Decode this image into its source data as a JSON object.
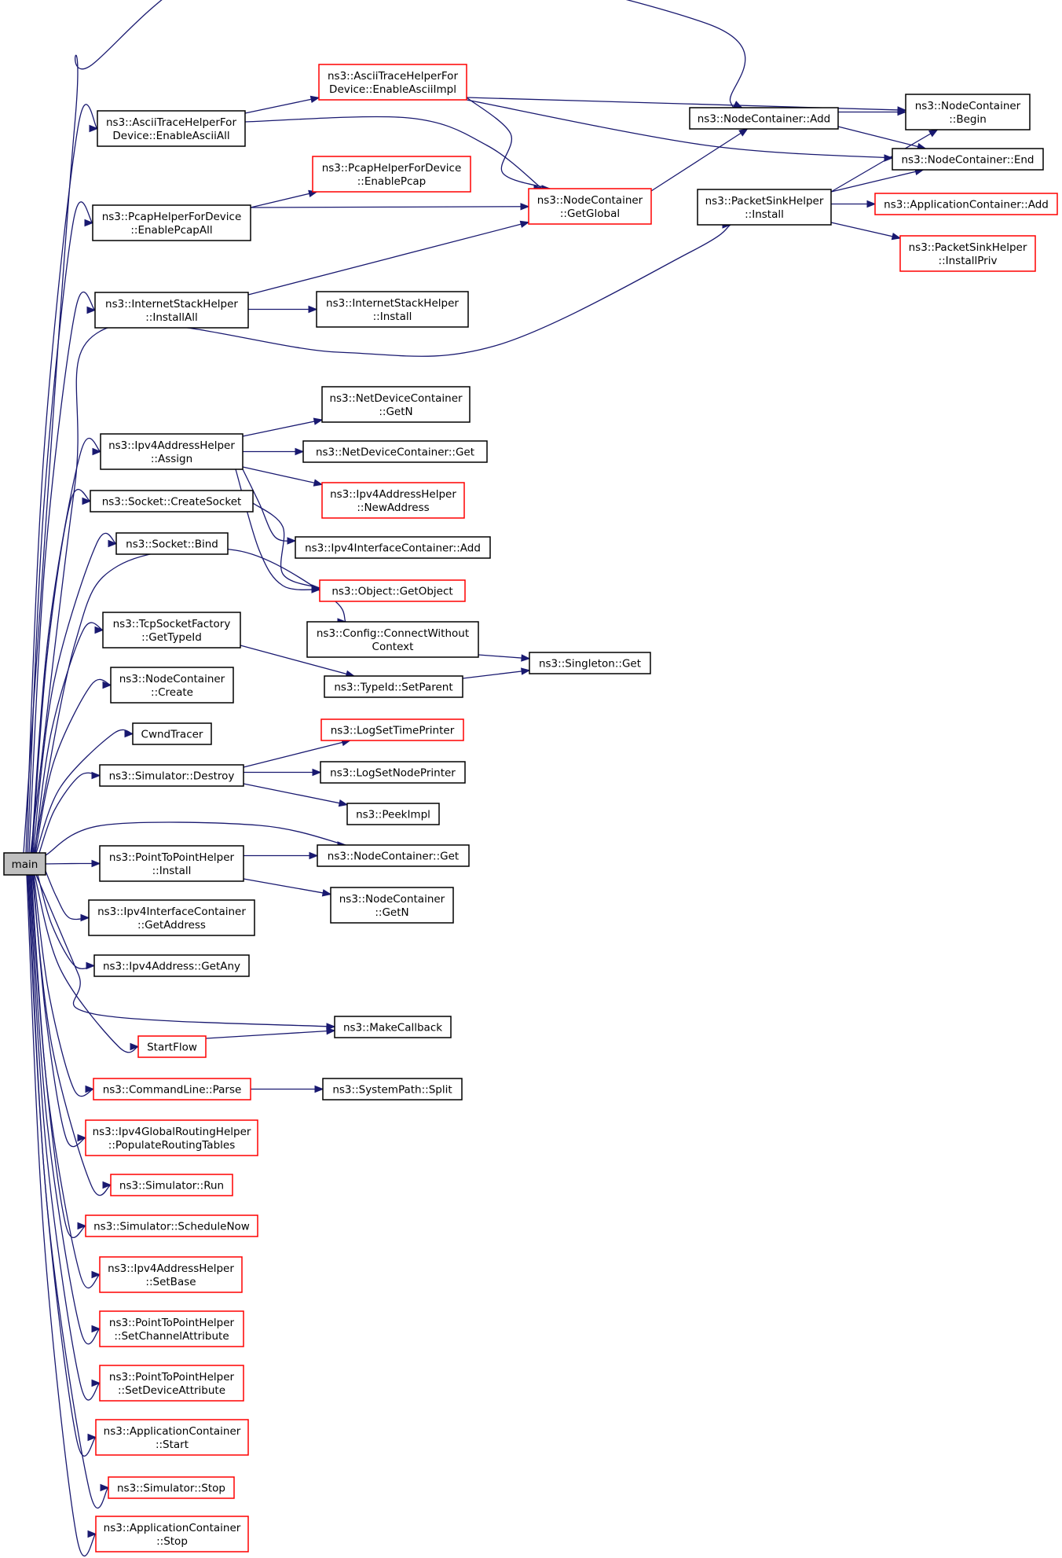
{
  "nodes": [
    {
      "id": "main",
      "lines": [
        "main"
      ],
      "border": "main"
    },
    {
      "id": "ascii_all",
      "lines": [
        "ns3::AsciiTraceHelperFor",
        "Device::EnableAsciiAll"
      ],
      "border": "black"
    },
    {
      "id": "ascii_impl",
      "lines": [
        "ns3::AsciiTraceHelperFor",
        "Device::EnableAsciiImpl"
      ],
      "border": "red"
    },
    {
      "id": "pcap_all",
      "lines": [
        "ns3::PcapHelperForDevice",
        "::EnablePcapAll"
      ],
      "border": "black"
    },
    {
      "id": "pcap",
      "lines": [
        "ns3::PcapHelperForDevice",
        "::EnablePcap"
      ],
      "border": "red"
    },
    {
      "id": "nc_global",
      "lines": [
        "ns3::NodeContainer",
        "::GetGlobal"
      ],
      "border": "red"
    },
    {
      "id": "nc_add",
      "lines": [
        "ns3::NodeContainer::Add"
      ],
      "border": "black"
    },
    {
      "id": "nc_begin",
      "lines": [
        "ns3::NodeContainer",
        "::Begin"
      ],
      "border": "black"
    },
    {
      "id": "nc_end",
      "lines": [
        "ns3::NodeContainer::End"
      ],
      "border": "black"
    },
    {
      "id": "psh_install",
      "lines": [
        "ns3::PacketSinkHelper",
        "::Install"
      ],
      "border": "black"
    },
    {
      "id": "appc_add",
      "lines": [
        "ns3::ApplicationContainer::Add"
      ],
      "border": "red"
    },
    {
      "id": "psh_priv",
      "lines": [
        "ns3::PacketSinkHelper",
        "::InstallPriv"
      ],
      "border": "red"
    },
    {
      "id": "ish_all",
      "lines": [
        "ns3::InternetStackHelper",
        "::InstallAll"
      ],
      "border": "black"
    },
    {
      "id": "ish_install",
      "lines": [
        "ns3::InternetStackHelper",
        "::Install"
      ],
      "border": "black"
    },
    {
      "id": "ndc_getn",
      "lines": [
        "ns3::NetDeviceContainer",
        "::GetN"
      ],
      "border": "black"
    },
    {
      "id": "ipv4ah_assign",
      "lines": [
        "ns3::Ipv4AddressHelper",
        "::Assign"
      ],
      "border": "black"
    },
    {
      "id": "ndc_get",
      "lines": [
        "ns3::NetDeviceContainer::Get"
      ],
      "border": "black"
    },
    {
      "id": "ipv4ah_newaddr",
      "lines": [
        "ns3::Ipv4AddressHelper",
        "::NewAddress"
      ],
      "border": "red"
    },
    {
      "id": "sock_create",
      "lines": [
        "ns3::Socket::CreateSocket"
      ],
      "border": "black"
    },
    {
      "id": "ipv4ic_add",
      "lines": [
        "ns3::Ipv4InterfaceContainer::Add"
      ],
      "border": "black"
    },
    {
      "id": "sock_bind",
      "lines": [
        "ns3::Socket::Bind"
      ],
      "border": "black"
    },
    {
      "id": "obj_getobject",
      "lines": [
        "ns3::Object::GetObject"
      ],
      "border": "red"
    },
    {
      "id": "tcpsf_typeid",
      "lines": [
        "ns3::TcpSocketFactory",
        "::GetTypeId"
      ],
      "border": "black"
    },
    {
      "id": "cfg_connect",
      "lines": [
        "ns3::Config::ConnectWithout",
        "Context"
      ],
      "border": "black"
    },
    {
      "id": "singleton_get",
      "lines": [
        "ns3::Singleton::Get"
      ],
      "border": "black"
    },
    {
      "id": "nc_create",
      "lines": [
        "ns3::NodeContainer",
        "::Create"
      ],
      "border": "black"
    },
    {
      "id": "typeid_setparent",
      "lines": [
        "ns3::TypeId::SetParent"
      ],
      "border": "black"
    },
    {
      "id": "cwnd_tracer",
      "lines": [
        "CwndTracer"
      ],
      "border": "black"
    },
    {
      "id": "log_timeprinter",
      "lines": [
        "ns3::LogSetTimePrinter"
      ],
      "border": "red"
    },
    {
      "id": "sim_destroy",
      "lines": [
        "ns3::Simulator::Destroy"
      ],
      "border": "black"
    },
    {
      "id": "log_nodeprinter",
      "lines": [
        "ns3::LogSetNodePrinter"
      ],
      "border": "black"
    },
    {
      "id": "peekimpl",
      "lines": [
        "ns3::PeekImpl"
      ],
      "border": "black"
    },
    {
      "id": "p2p_install",
      "lines": [
        "ns3::PointToPointHelper",
        "::Install"
      ],
      "border": "black"
    },
    {
      "id": "nc_get",
      "lines": [
        "ns3::NodeContainer::Get"
      ],
      "border": "black"
    },
    {
      "id": "nc_getn",
      "lines": [
        "ns3::NodeContainer",
        "::GetN"
      ],
      "border": "black"
    },
    {
      "id": "ipv4ic_getaddr",
      "lines": [
        "ns3::Ipv4InterfaceContainer",
        "::GetAddress"
      ],
      "border": "black"
    },
    {
      "id": "ipv4a_getany",
      "lines": [
        "ns3::Ipv4Address::GetAny"
      ],
      "border": "black"
    },
    {
      "id": "makecallback",
      "lines": [
        "ns3::MakeCallback"
      ],
      "border": "black"
    },
    {
      "id": "startflow",
      "lines": [
        "StartFlow"
      ],
      "border": "red"
    },
    {
      "id": "cmd_parse",
      "lines": [
        "ns3::CommandLine::Parse"
      ],
      "border": "red"
    },
    {
      "id": "syspath_split",
      "lines": [
        "ns3::SystemPath::Split"
      ],
      "border": "black"
    },
    {
      "id": "ipv4grh_populate",
      "lines": [
        "ns3::Ipv4GlobalRoutingHelper",
        "::PopulateRoutingTables"
      ],
      "border": "red"
    },
    {
      "id": "sim_run",
      "lines": [
        "ns3::Simulator::Run"
      ],
      "border": "red"
    },
    {
      "id": "sim_schedulenow",
      "lines": [
        "ns3::Simulator::ScheduleNow"
      ],
      "border": "red"
    },
    {
      "id": "ipv4ah_setbase",
      "lines": [
        "ns3::Ipv4AddressHelper",
        "::SetBase"
      ],
      "border": "red"
    },
    {
      "id": "p2p_setchannel",
      "lines": [
        "ns3::PointToPointHelper",
        "::SetChannelAttribute"
      ],
      "border": "red"
    },
    {
      "id": "p2p_setdevice",
      "lines": [
        "ns3::PointToPointHelper",
        "::SetDeviceAttribute"
      ],
      "border": "red"
    },
    {
      "id": "appc_start",
      "lines": [
        "ns3::ApplicationContainer",
        "::Start"
      ],
      "border": "red"
    },
    {
      "id": "sim_stop",
      "lines": [
        "ns3::Simulator::Stop"
      ],
      "border": "red"
    },
    {
      "id": "appc_stop",
      "lines": [
        "ns3::ApplicationContainer",
        "::Stop"
      ],
      "border": "red"
    }
  ],
  "edges": [
    [
      "main",
      "nc_add"
    ],
    [
      "main",
      "ascii_all"
    ],
    [
      "main",
      "pcap_all"
    ],
    [
      "main",
      "ish_all"
    ],
    [
      "main",
      "psh_install"
    ],
    [
      "main",
      "ipv4ah_assign"
    ],
    [
      "main",
      "sock_create"
    ],
    [
      "main",
      "sock_bind"
    ],
    [
      "main",
      "cfg_connect"
    ],
    [
      "main",
      "tcpsf_typeid"
    ],
    [
      "main",
      "nc_create"
    ],
    [
      "main",
      "cwnd_tracer"
    ],
    [
      "main",
      "sim_destroy"
    ],
    [
      "main",
      "nc_get"
    ],
    [
      "main",
      "p2p_install"
    ],
    [
      "main",
      "ipv4ic_getaddr"
    ],
    [
      "main",
      "ipv4a_getany"
    ],
    [
      "main",
      "makecallback"
    ],
    [
      "main",
      "startflow"
    ],
    [
      "main",
      "cmd_parse"
    ],
    [
      "main",
      "ipv4grh_populate"
    ],
    [
      "main",
      "sim_run"
    ],
    [
      "main",
      "sim_schedulenow"
    ],
    [
      "main",
      "ipv4ah_setbase"
    ],
    [
      "main",
      "p2p_setchannel"
    ],
    [
      "main",
      "p2p_setdevice"
    ],
    [
      "main",
      "appc_start"
    ],
    [
      "main",
      "sim_stop"
    ],
    [
      "main",
      "appc_stop"
    ],
    [
      "ascii_all",
      "ascii_impl"
    ],
    [
      "ascii_all",
      "nc_global"
    ],
    [
      "ascii_impl",
      "nc_begin"
    ],
    [
      "ascii_impl",
      "nc_end"
    ],
    [
      "ascii_impl",
      "nc_global"
    ],
    [
      "pcap_all",
      "pcap"
    ],
    [
      "pcap_all",
      "nc_global"
    ],
    [
      "nc_global",
      "nc_add"
    ],
    [
      "nc_add",
      "nc_begin"
    ],
    [
      "nc_add",
      "nc_end"
    ],
    [
      "psh_install",
      "nc_begin"
    ],
    [
      "psh_install",
      "nc_end"
    ],
    [
      "psh_install",
      "appc_add"
    ],
    [
      "psh_install",
      "psh_priv"
    ],
    [
      "ish_all",
      "nc_global"
    ],
    [
      "ish_all",
      "ish_install"
    ],
    [
      "ipv4ah_assign",
      "ndc_getn"
    ],
    [
      "ipv4ah_assign",
      "ndc_get"
    ],
    [
      "ipv4ah_assign",
      "ipv4ah_newaddr"
    ],
    [
      "ipv4ah_assign",
      "ipv4ic_add"
    ],
    [
      "ipv4ah_assign",
      "obj_getobject"
    ],
    [
      "sock_create",
      "obj_getobject"
    ],
    [
      "cfg_connect",
      "singleton_get"
    ],
    [
      "tcpsf_typeid",
      "typeid_setparent"
    ],
    [
      "typeid_setparent",
      "singleton_get"
    ],
    [
      "sim_destroy",
      "log_timeprinter"
    ],
    [
      "sim_destroy",
      "log_nodeprinter"
    ],
    [
      "sim_destroy",
      "peekimpl"
    ],
    [
      "p2p_install",
      "nc_get"
    ],
    [
      "p2p_install",
      "nc_getn"
    ],
    [
      "startflow",
      "makecallback"
    ],
    [
      "cmd_parse",
      "syspath_split"
    ]
  ]
}
